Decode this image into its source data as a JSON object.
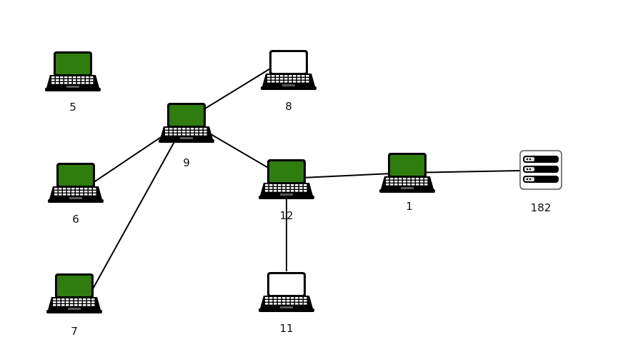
{
  "diagram": {
    "nodes": [
      {
        "id": "n5",
        "label": "5",
        "kind": "laptop",
        "screen": "#2e7d0e"
      },
      {
        "id": "n8",
        "label": "8",
        "kind": "laptop",
        "screen": "#ffffff"
      },
      {
        "id": "n9",
        "label": "9",
        "kind": "laptop",
        "screen": "#2e7d0e"
      },
      {
        "id": "n6",
        "label": "6",
        "kind": "laptop",
        "screen": "#2e7d0e"
      },
      {
        "id": "n12",
        "label": "12",
        "kind": "laptop",
        "screen": "#2e7d0e"
      },
      {
        "id": "n1",
        "label": "1",
        "kind": "laptop",
        "screen": "#2e7d0e"
      },
      {
        "id": "n182",
        "label": "182",
        "kind": "server",
        "screen": "#ffffff"
      },
      {
        "id": "n7",
        "label": "7",
        "kind": "laptop",
        "screen": "#2e7d0e"
      },
      {
        "id": "n11",
        "label": "11",
        "kind": "laptop",
        "screen": "#ffffff"
      }
    ],
    "edges": [
      {
        "from": "n9",
        "to": "n8"
      },
      {
        "from": "n9",
        "to": "n6"
      },
      {
        "from": "n9",
        "to": "n7"
      },
      {
        "from": "n9",
        "to": "n12"
      },
      {
        "from": "n12",
        "to": "n1"
      },
      {
        "from": "n12",
        "to": "n11"
      },
      {
        "from": "n1",
        "to": "n182"
      }
    ]
  }
}
